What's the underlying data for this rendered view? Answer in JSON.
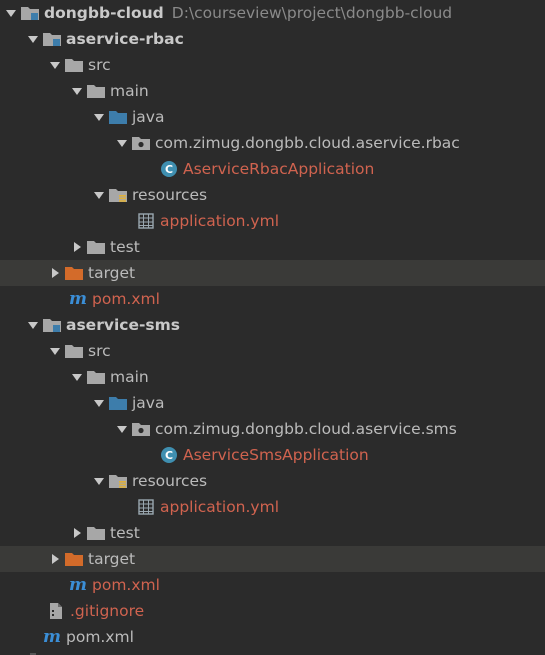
{
  "colors": {
    "background": "#2b2b2b",
    "text": "#bbbbbb",
    "ignored_red": "#d0634f",
    "path_gray": "#8a8a8a",
    "folder_gray": "#a7a7a7",
    "folder_blue": "#3d7dab",
    "folder_orange": "#d36b2a",
    "maven_blue": "#3b8ed6",
    "highlight_row": "#3a3a38"
  },
  "tree": {
    "root": {
      "name": "dongbb-cloud",
      "path": "D:\\courseview\\project\\dongbb-cloud",
      "icon": "module-folder-icon"
    },
    "rbac": {
      "name": "aservice-rbac",
      "src": "src",
      "main": "main",
      "java": "java",
      "package": "com.zimug.dongbb.cloud.aservice.rbac",
      "app_class": "AserviceRbacApplication",
      "resources": "resources",
      "config_file": "application.yml",
      "test": "test",
      "target": "target",
      "pom": "pom.xml"
    },
    "sms": {
      "name": "aservice-sms",
      "src": "src",
      "main": "main",
      "java": "java",
      "package": "com.zimug.dongbb.cloud.aservice.sms",
      "app_class": "AserviceSmsApplication",
      "resources": "resources",
      "config_file": "application.yml",
      "test": "test",
      "target": "target",
      "pom": "pom.xml"
    },
    "gitignore": ".gitignore",
    "root_pom": "pom.xml",
    "maven_glyph": "m",
    "class_glyph": "C"
  }
}
